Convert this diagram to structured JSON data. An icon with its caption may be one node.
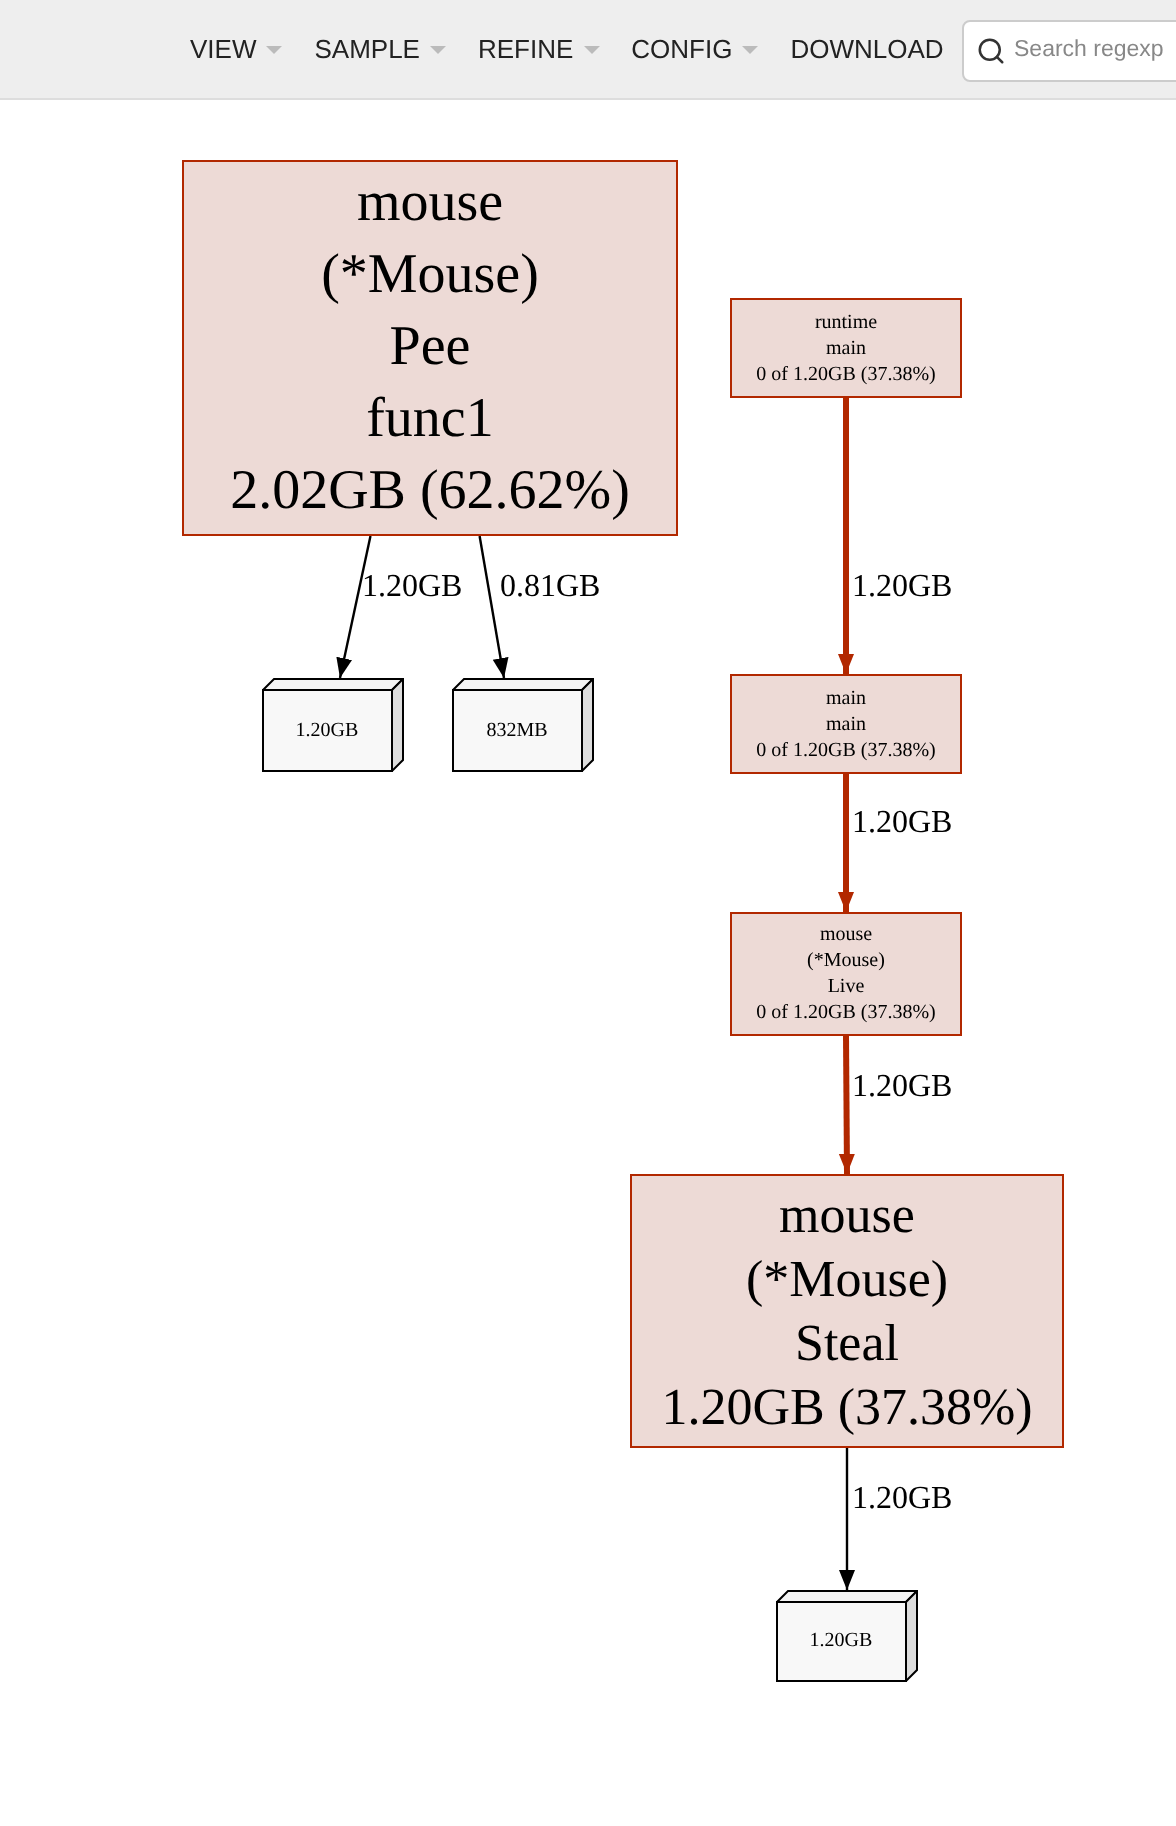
{
  "diagram": {
    "nodes": [
      {
        "text": [
          "mouse",
          "(*Mouse)",
          "Pee",
          "func1",
          "2.02GB (62.62%)"
        ]
      },
      {
        "text": [
          "runtime",
          "main",
          "0 of 1.20GB (37.38%)"
        ]
      },
      {
        "text": [
          "1.20GB"
        ]
      },
      {
        "text": [
          "832MB"
        ]
      },
      {
        "text": [
          "main",
          "main",
          "0 of 1.20GB (37.38%)"
        ]
      },
      {
        "text": [
          "mouse",
          "(*Mouse)",
          "Live",
          "0 of 1.20GB (37.38%)"
        ]
      },
      {
        "text": [
          "mouse",
          "(*Mouse)",
          "Steal",
          "1.20GB (37.38%)"
        ]
      },
      {
        "text": [
          "1.20GB"
        ]
      }
    ],
    "edges": [
      {
        "from": 0,
        "to": 2,
        "arrow": "to",
        "label": "1.20GB"
      },
      {
        "from": 0,
        "to": 3,
        "arrow": "to",
        "label": "0.81GB"
      },
      {
        "from": 1,
        "to": 4,
        "arrow": "to",
        "label": "1.20GB",
        "style": "thick",
        "color": "#b22800"
      },
      {
        "from": 4,
        "to": 5,
        "arrow": "to",
        "label": "1.20GB",
        "style": "thick",
        "color": "#b22800"
      },
      {
        "from": 5,
        "to": 6,
        "arrow": "to",
        "label": "1.20GB",
        "style": "thick",
        "color": "#b22800"
      },
      {
        "from": 6,
        "to": 7,
        "arrow": "to",
        "label": "1.20GB"
      }
    ],
    "labels": [
      "VIEW",
      "SAMPLE",
      "REFINE",
      "CONFIG",
      "DOWNLOAD",
      "Search regexp"
    ]
  }
}
